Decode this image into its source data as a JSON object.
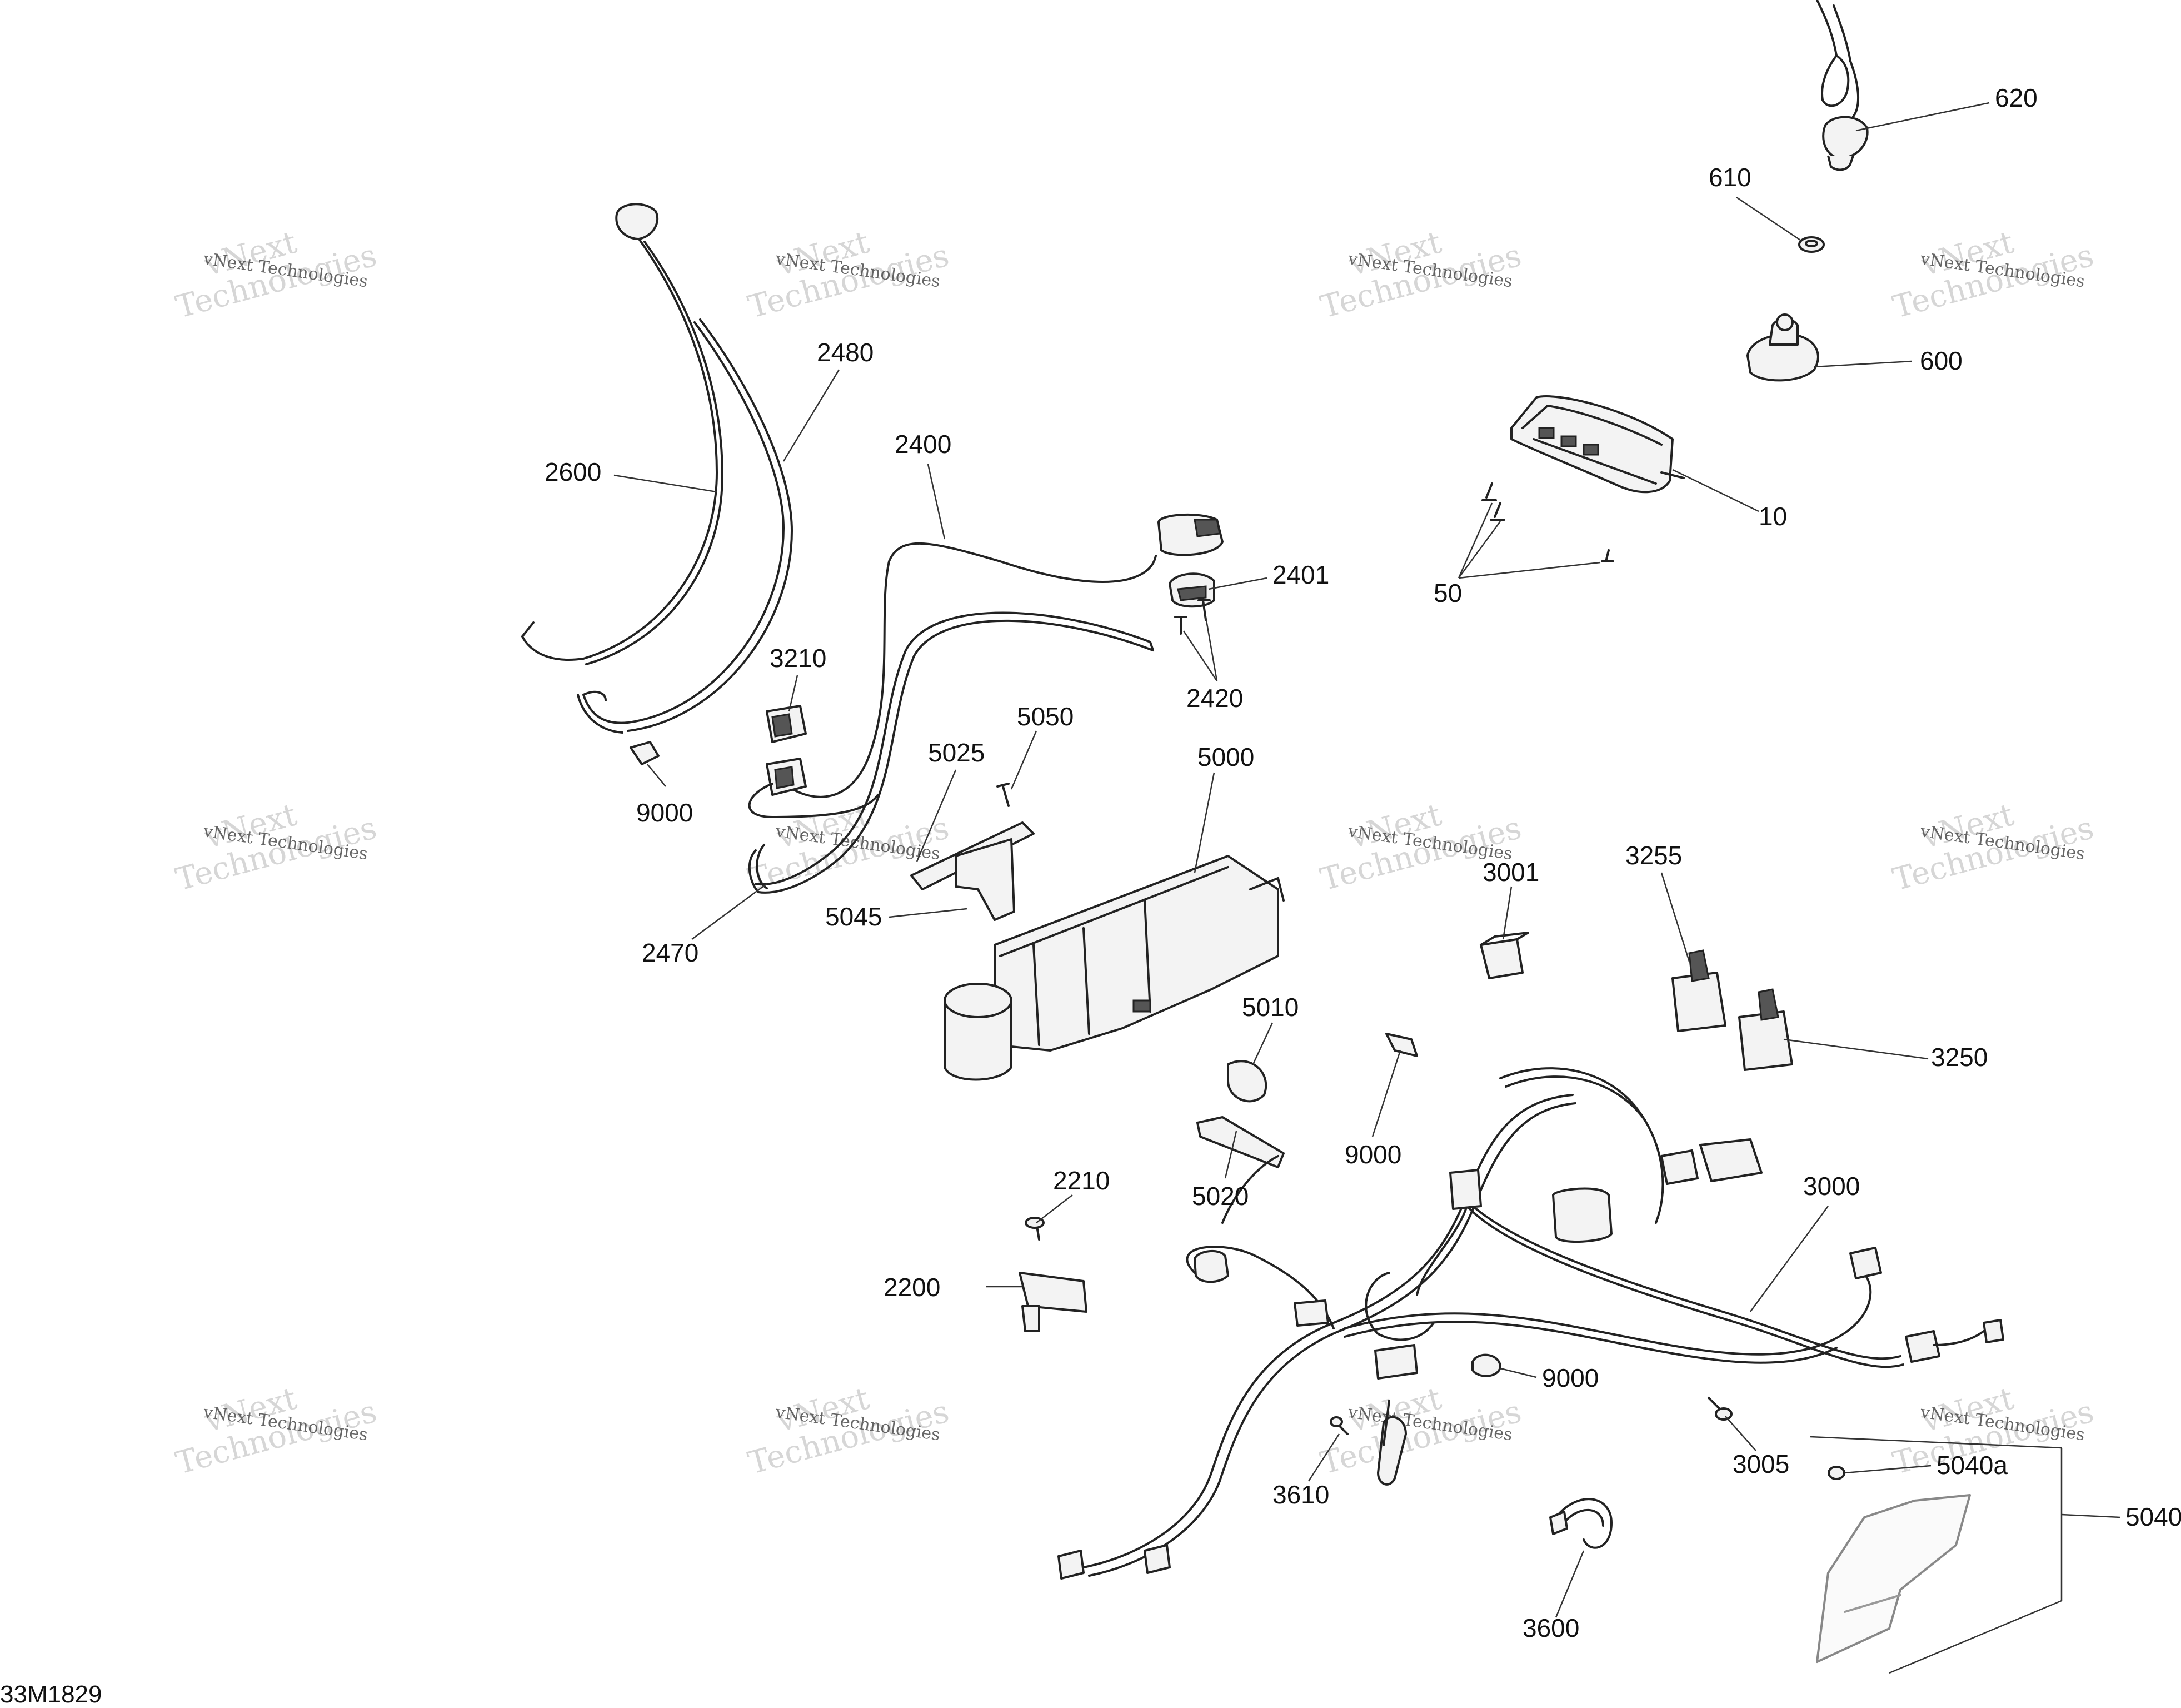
{
  "diagram": {
    "code": "33M1829",
    "watermark": {
      "small": "vNext Technologies",
      "big_line1": "vNext",
      "big_line2": "Technologies"
    },
    "callouts": {
      "c620": "620",
      "c610": "610",
      "c600": "600",
      "c10": "10",
      "c50": "50",
      "c2480": "2480",
      "c2600": "2600",
      "c2400": "2400",
      "c2401": "2401",
      "c2420": "2420",
      "c3210": "3210",
      "c9000a": "9000",
      "c5050": "5050",
      "c5025": "5025",
      "c5000": "5000",
      "c5045": "5045",
      "c2470": "2470",
      "c3001": "3001",
      "c3255": "3255",
      "c3250": "3250",
      "c5010": "5010",
      "c9000b": "9000",
      "c5020": "5020",
      "c2210": "2210",
      "c3000": "3000",
      "c2200": "2200",
      "c9000c": "9000",
      "c3005": "3005",
      "c5040a": "5040a",
      "c5040": "5040",
      "c3610": "3610",
      "c3600": "3600"
    }
  }
}
